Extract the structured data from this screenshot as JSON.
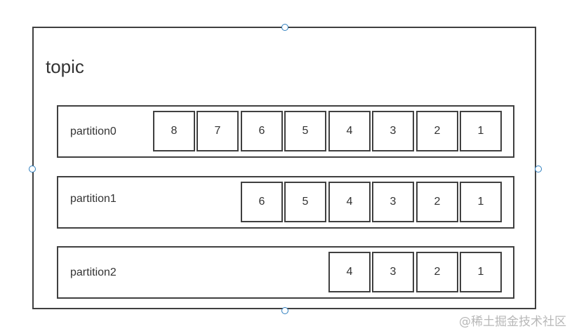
{
  "topic": {
    "title": "topic"
  },
  "partitions": [
    {
      "label": "partition0",
      "offsets": [
        "8",
        "7",
        "6",
        "5",
        "4",
        "3",
        "2",
        "1"
      ]
    },
    {
      "label": "partition1",
      "offsets": [
        "6",
        "5",
        "4",
        "3",
        "2",
        "1"
      ]
    },
    {
      "label": "partition2",
      "offsets": [
        "4",
        "3",
        "2",
        "1"
      ]
    }
  ],
  "watermark": "@稀土掘金技术社区",
  "colors": {
    "border": "#404040",
    "handle": "#2f7fbf",
    "text": "#333333"
  }
}
